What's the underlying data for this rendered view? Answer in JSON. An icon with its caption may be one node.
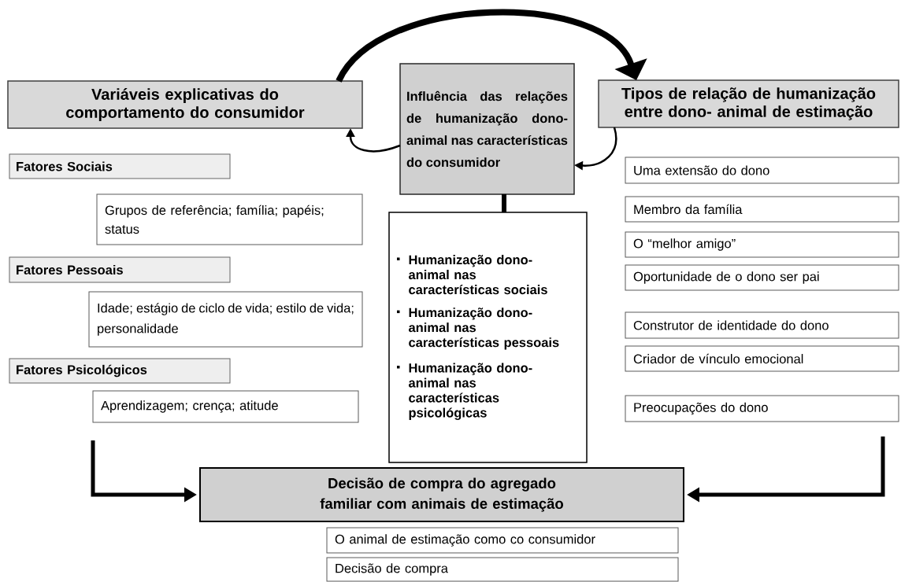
{
  "diagram": {
    "nodes": [
      {
        "text": [
          "Variáveis explicativas do comportamento do consumidor"
        ]
      },
      {
        "text": [
          "Fatores Sociais"
        ]
      },
      {
        "text": [
          "Grupos de referência; família; papéis; status"
        ]
      },
      {
        "text": [
          "Fatores Pessoais"
        ]
      },
      {
        "text": [
          "Idade; estágio de ciclo de vida; estilo de vida; personalidade"
        ]
      },
      {
        "text": [
          "Fatores Psicológicos"
        ]
      },
      {
        "text": [
          "Aprendizagem; crença; atitude"
        ]
      },
      {
        "text": [
          "Influência das relações de humanização dono-animal nas características do consumidor"
        ]
      },
      {
        "text": [
          "Humanização dono-animal nas características sociais",
          "Humanização dono-animal nas características pessoais",
          "Humanização dono-animal nas características psicológicas"
        ]
      },
      {
        "text": [
          "Tipos de relação de humanização entre dono- animal de estimação"
        ]
      },
      {
        "text": [
          "Uma extensão do dono"
        ]
      },
      {
        "text": [
          "Membro da família"
        ]
      },
      {
        "text": [
          "O “melhor amigo”"
        ]
      },
      {
        "text": [
          "Oportunidade de o dono ser pai"
        ]
      },
      {
        "text": [
          "Construtor de identidade do dono"
        ]
      },
      {
        "text": [
          "Criador de vínculo emocional"
        ]
      },
      {
        "text": [
          "Preocupações do dono"
        ]
      },
      {
        "text": [
          "Decisão de compra do agregado familiar com animais de estimação"
        ]
      },
      {
        "text": [
          "O animal de estimação como co consumidor"
        ]
      },
      {
        "text": [
          "Decisão de compra"
        ]
      }
    ],
    "edges": [
      {
        "from": 0,
        "to": 9,
        "arrow": "to"
      },
      {
        "from": 7,
        "to": 0,
        "arrow": "to"
      },
      {
        "from": 9,
        "to": 7,
        "arrow": "to"
      },
      {
        "from": 7,
        "to": 8,
        "arrow": "none"
      },
      {
        "from": 6,
        "to": 17,
        "arrow": "to"
      },
      {
        "from": 16,
        "to": 17,
        "arrow": "to"
      }
    ]
  }
}
